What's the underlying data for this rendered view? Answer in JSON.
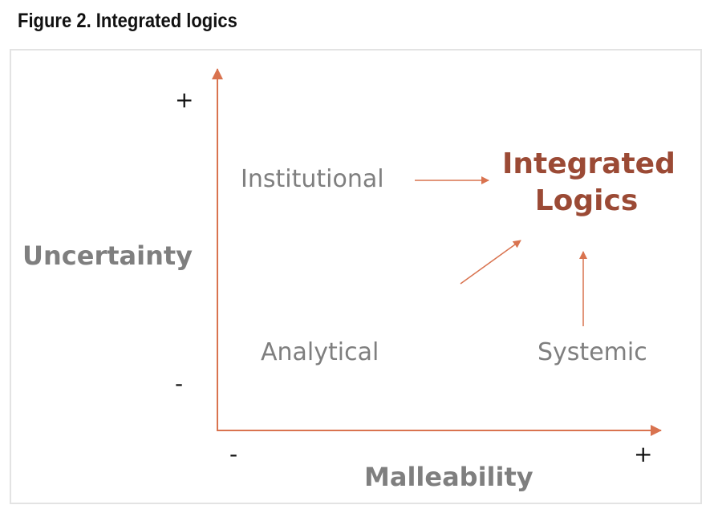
{
  "figure_title": "Figure 2. Integrated logics",
  "y_axis": {
    "label": "Uncertainty",
    "plus": "+",
    "minus": "-"
  },
  "x_axis": {
    "label": "Malleability",
    "plus": "+",
    "minus": "-"
  },
  "quadrants": {
    "institutional": "Institutional",
    "analytical": "Analytical",
    "systemic": "Systemic"
  },
  "target": {
    "line1": "Integrated",
    "line2": "Logics"
  },
  "colors": {
    "arrow": "#d9734f",
    "target": "#9b4a35",
    "label": "#7f7f7f"
  }
}
